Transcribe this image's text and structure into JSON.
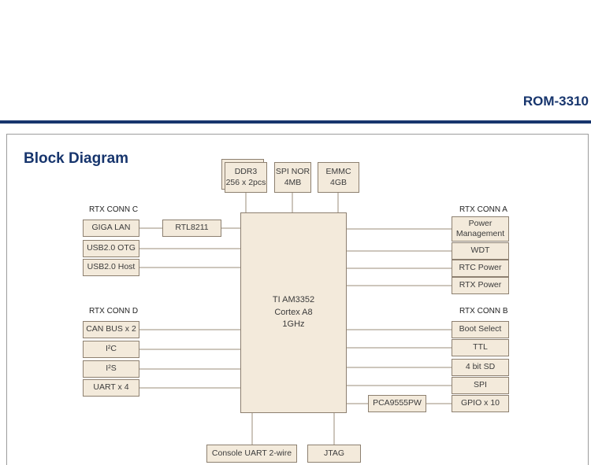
{
  "header": {
    "product": "ROM-3310",
    "title": "Block Diagram"
  },
  "colors": {
    "accent": "#17356d",
    "box_fill": "#f3eadb",
    "box_border": "#8d8070",
    "wire": "#9b8d7a"
  },
  "memory_blocks": [
    {
      "label": "DDR3\n256 x 2pcs"
    },
    {
      "label": "SPI NOR\n4MB"
    },
    {
      "label": "EMMC\n4GB"
    }
  ],
  "cpu": {
    "label": "TI AM3352\nCortex A8\n1GHz"
  },
  "conn_c": {
    "label": "RTX CONN C",
    "items": [
      "GIGA LAN",
      "USB2.0 OTG",
      "USB2.0 Host"
    ]
  },
  "conn_d": {
    "label": "RTX CONN D",
    "items": [
      "CAN BUS x 2",
      "I²C",
      "I²S",
      "UART x 4"
    ]
  },
  "conn_a": {
    "label": "RTX CONN A",
    "items": [
      "Power\nManagement",
      "WDT",
      "RTC Power",
      "RTX Power"
    ]
  },
  "conn_b": {
    "label": "RTX CONN B",
    "items": [
      "Boot Select",
      "TTL",
      "4 bit SD",
      "SPI",
      "GPIO x 10"
    ]
  },
  "bridges": {
    "ethernet_phy": "RTL8211",
    "gpio_expander": "PCA9555PW"
  },
  "debug": {
    "console_uart": "Console UART 2-wire",
    "jtag": "JTAG"
  }
}
